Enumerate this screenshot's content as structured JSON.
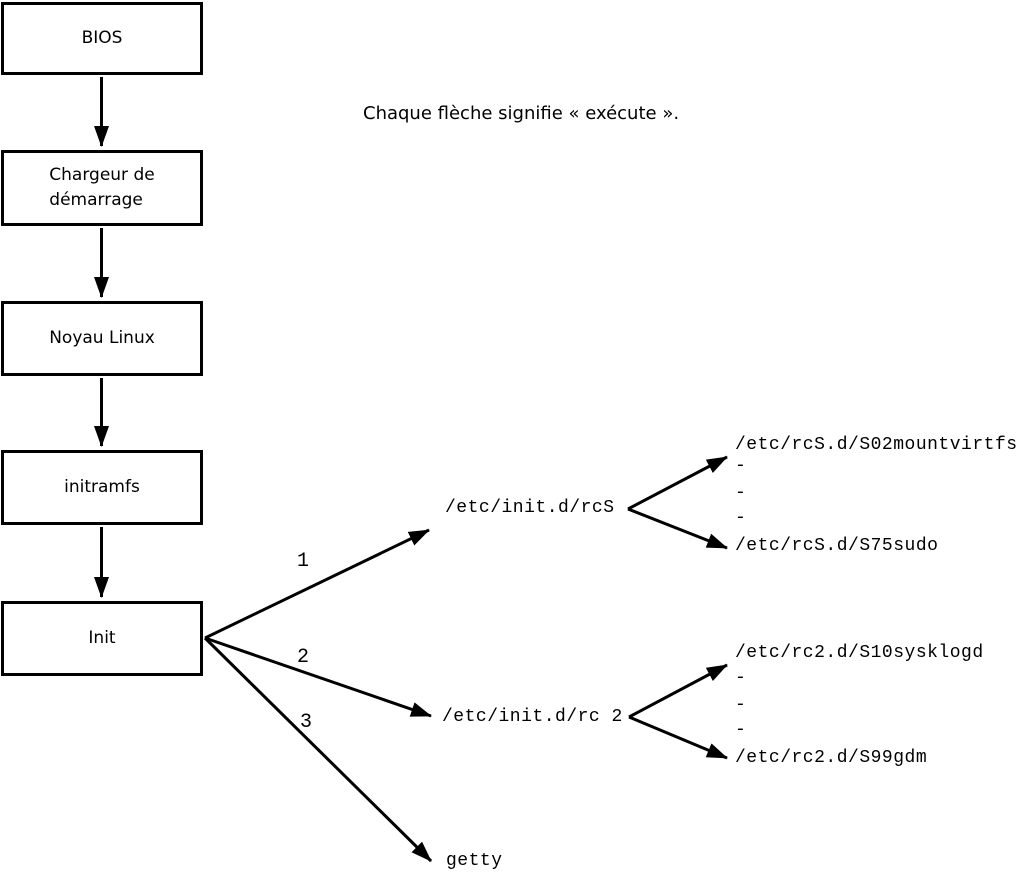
{
  "note": "Chaque flèche signifie « exécute ».",
  "colors": {
    "line": "#000000",
    "background": "#ffffff"
  },
  "chain": [
    {
      "id": "bios",
      "label": "BIOS"
    },
    {
      "id": "bootloader",
      "label": "Chargeur de\ndémarrage"
    },
    {
      "id": "kernel",
      "label": "Noyau Linux"
    },
    {
      "id": "initramfs",
      "label": "initramfs"
    },
    {
      "id": "init",
      "label": "Init"
    }
  ],
  "fan": {
    "branch1": {
      "number": "1",
      "target": "/etc/init.d/rcS",
      "children": [
        "/etc/rcS.d/S02mountvirtfs",
        "-",
        "-",
        "-",
        "/etc/rcS.d/S75sudo"
      ]
    },
    "branch2": {
      "number": "2",
      "target": "/etc/init.d/rc 2",
      "children": [
        "/etc/rc2.d/S10sysklogd",
        "-",
        "-",
        "-",
        "/etc/rc2.d/S99gdm"
      ]
    },
    "branch3": {
      "number": "3",
      "target": "getty"
    }
  }
}
